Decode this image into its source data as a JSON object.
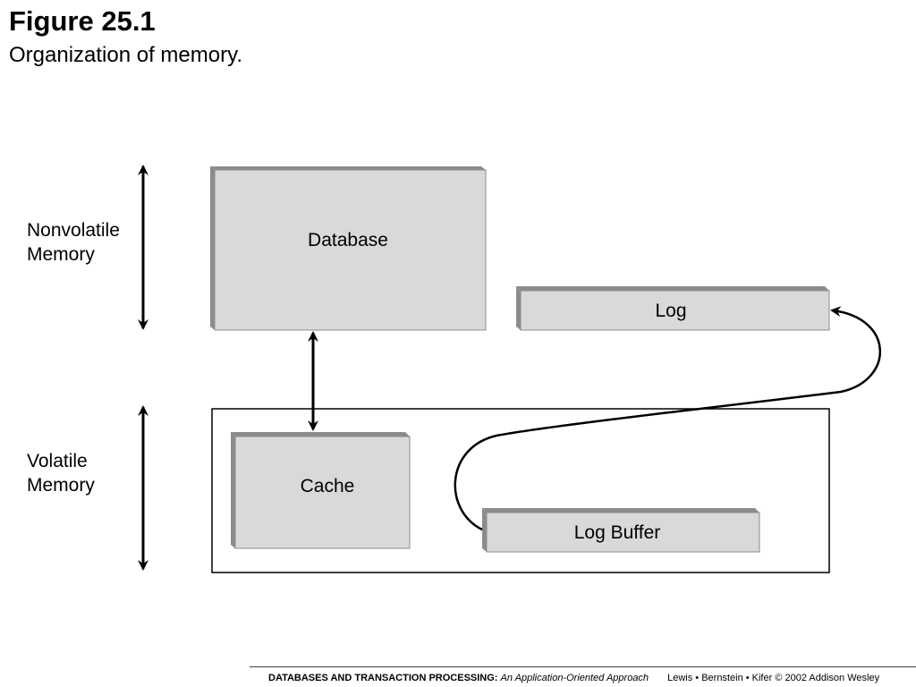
{
  "figure": {
    "title": "Figure 25.1",
    "caption": "Organization of memory."
  },
  "diagram": {
    "labels": {
      "nonvolatile_line1": "Nonvolatile",
      "nonvolatile_line2": "Memory",
      "volatile_line1": "Volatile",
      "volatile_line2": "Memory"
    },
    "boxes": {
      "database": "Database",
      "log": "Log",
      "cache": "Cache",
      "log_buffer": "Log Buffer"
    },
    "colors": {
      "box_fill": "#d9d9d9",
      "box_shadow": "#8c8c8c",
      "stroke": "#000000"
    }
  },
  "footer": {
    "book_title": "DATABASES AND TRANSACTION PROCESSING:",
    "subtitle": "An Application-Oriented Approach",
    "authors": "Lewis • Bernstein • Kifer © 2002  Addison Wesley"
  }
}
